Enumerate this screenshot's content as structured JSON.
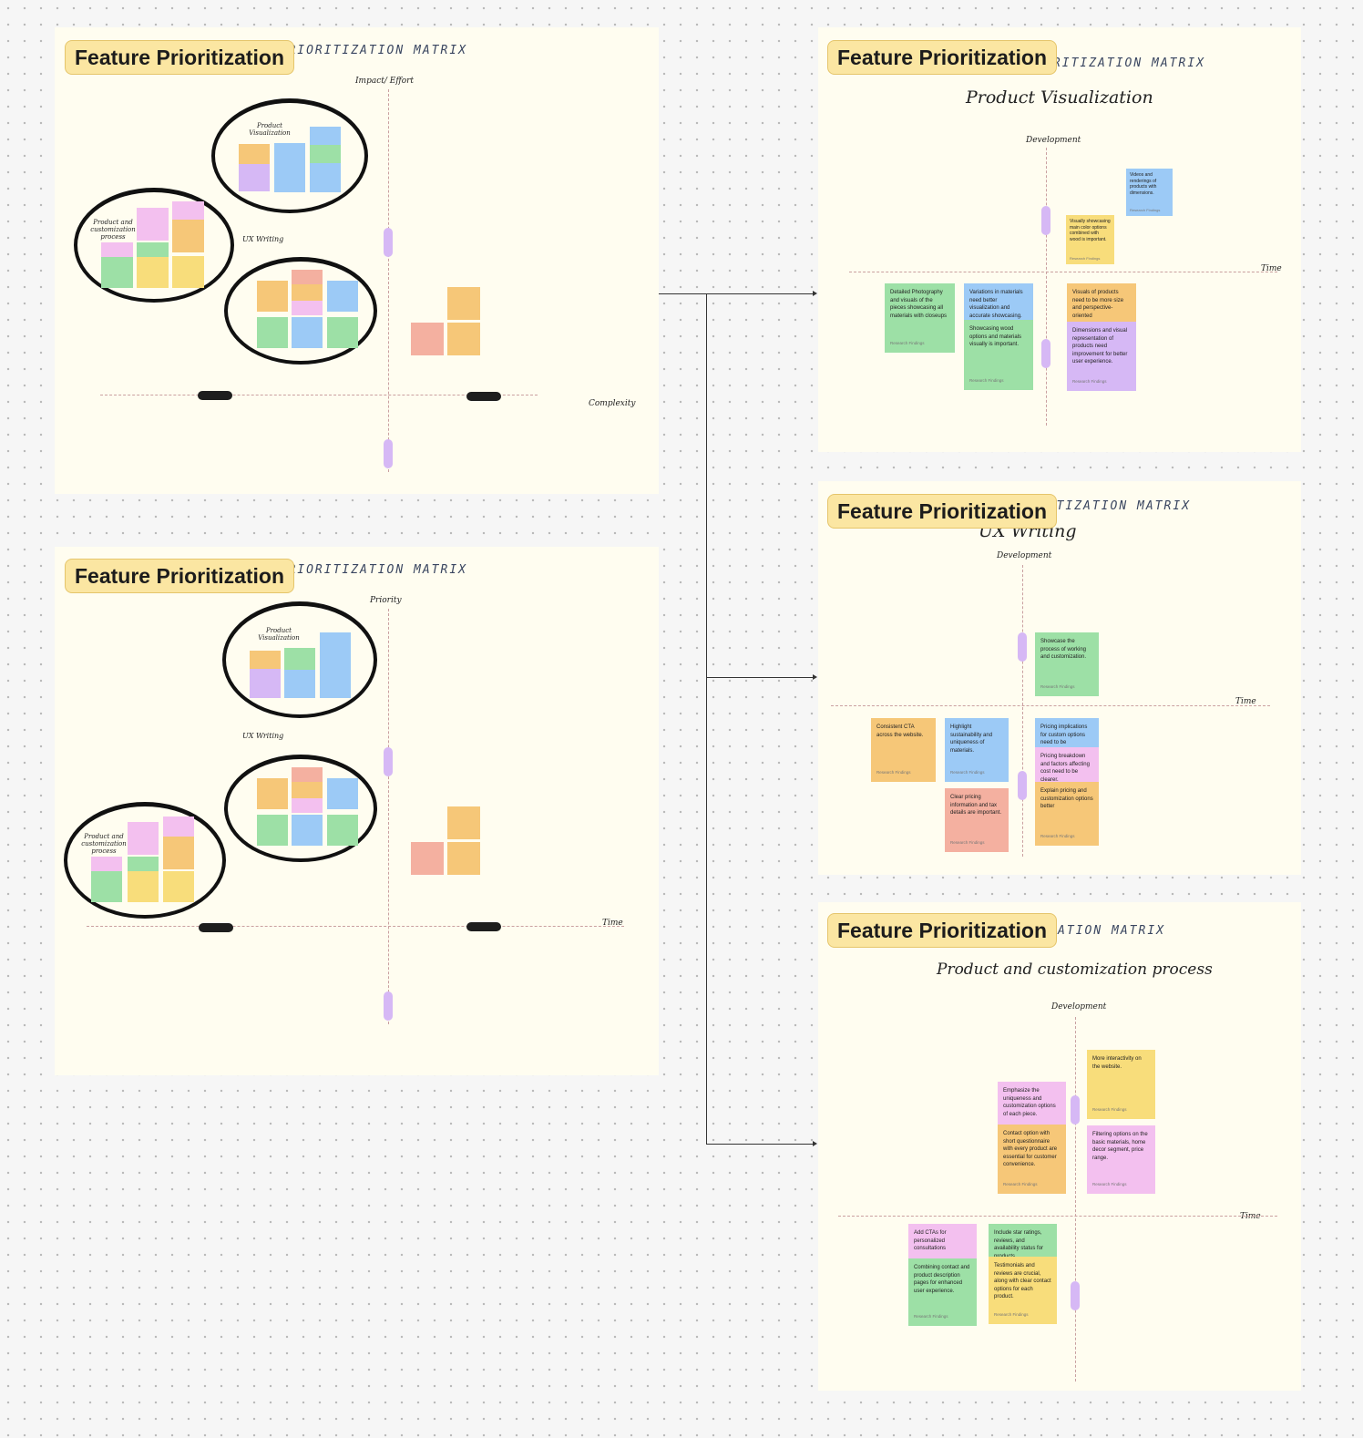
{
  "chip_label": "Feature Prioritization",
  "matrix_title": "FEATURE PRIORITIZATION MATRIX",
  "frame1": {
    "y_axis": "Impact/ Effort",
    "x_axis": "Complexity",
    "clusters": [
      "Product Visualization",
      "Product and customization process",
      "UX Writing"
    ]
  },
  "frame2": {
    "y_axis": "Priority",
    "x_axis": "Time",
    "clusters": [
      "Product Visualization",
      "UX Writing",
      "Product and customization process"
    ]
  },
  "frame3": {
    "title": "Product Visualization",
    "y_axis": "Development",
    "x_axis": "Time",
    "notes": [
      "Videos and renderings of products with dimensions.",
      "Visually showcasing main color options combined with wood is important.",
      "Detailed Photography and visuals of the pieces showcasing all materials with closeups",
      "Variations in materials need better visualization and accurate showcasing.",
      "Showcasing wood options and materials visually is important.",
      "Visuals of products need to be more size and perspective-oriented",
      "Dimensions and visual representation of products need improvement for better user experience."
    ]
  },
  "frame4": {
    "title": "UX Writing",
    "y_axis": "Development",
    "x_axis": "Time",
    "notes": [
      "Showcase the process of working and customization.",
      "Consistent CTA across the website.",
      "Highlight sustainability and uniqueness of materials.",
      "Pricing implications for custom options need to be transparent.",
      "Pricing breakdown and factors affecting cost need to be clearer.",
      "Clear pricing information and tax details are important.",
      "Explain pricing and customization options better"
    ]
  },
  "frame5": {
    "title": "Product and customization process",
    "y_axis": "Development",
    "x_axis": "Time",
    "notes": [
      "More interactivity on the website.",
      "Emphasize the uniqueness and customization options of each piece.",
      "Contact option with short questionnaire with every product are essential for customer convenience.",
      "Filtering options on the basic materials, home decor segment, price range.",
      "Add CTAs for personalized consultations",
      "Combining contact and product description pages for enhanced user experience.",
      "Include star ratings, reviews, and availability status for products.",
      "Testimonials and reviews are crucial, along with clear contact options for each product."
    ]
  },
  "note_footer": "Research Findings",
  "colors": {
    "green": "#9de0a6",
    "blue": "#9ccaf6",
    "orange": "#f6c778",
    "yellow": "#f8dd7b",
    "pink": "#f3c0ef",
    "violet": "#d6b8f5",
    "salmon": "#f4b0a0",
    "chip": "#fbe6a2"
  }
}
